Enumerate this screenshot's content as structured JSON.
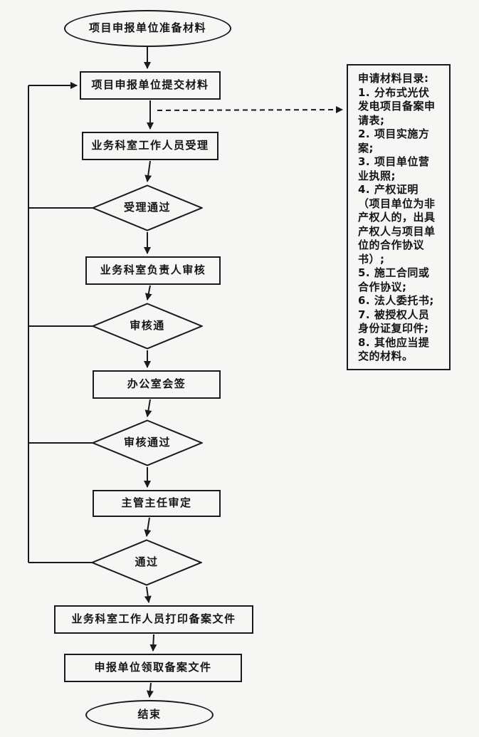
{
  "flowchart": {
    "nodes": {
      "start": "项目申报单位准备材料",
      "submit": "项目申报单位提交材料",
      "accept": "业务科室工作人员受理",
      "decision_accept": "受理通过",
      "leader_review": "业务科室负责人审核",
      "decision_review1": "审核通",
      "office_countersign": "办公室会签",
      "decision_review2": "审核通过",
      "director_approval": "主管主任审定",
      "decision_final": "通过",
      "print_filing": "业务科室工作人员打印备案文件",
      "receive_filing": "申报单位领取备案文件",
      "end": "结束"
    },
    "materials_panel": {
      "title": "申请材料目录:",
      "items": [
        "1. 分布式光伏发电项目备案申请表;",
        "2. 项目实施方案;",
        "3. 项目单位营业执照;",
        "4. 产权证明（项目单位为非产权人的，出具产权人与项目单位的合作协议书）;",
        "5. 施工合同或合作协议;",
        "6. 法人委托书;",
        "7. 被授权人员身份证复印件;",
        "8. 其他应当提交的材料。"
      ]
    },
    "colors": {
      "line": "#1a1a1a",
      "background": "#f6f6f4"
    }
  }
}
